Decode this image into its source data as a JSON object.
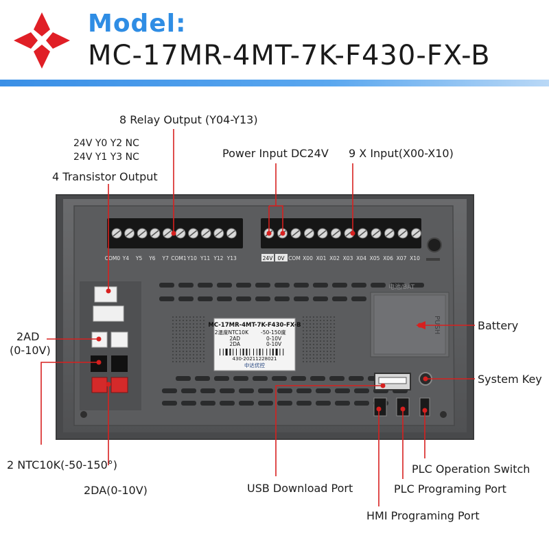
{
  "header": {
    "title_label": "Model:",
    "model_name": "MC-17MR-4MT-7K-F430-FX-B"
  },
  "callouts": {
    "relay_output": "8 Relay Output (Y04-Y13)",
    "transistor_line1": "24V Y0 Y2 NC",
    "transistor_line2": "24V Y1 Y3 NC",
    "transistor_output": "4 Transistor Output",
    "power_input": "Power Input DC24V",
    "x_input": "9 X Input(X00-X10)",
    "ad_2": "2AD",
    "ad_range": "(0-10V)",
    "battery": "Battery",
    "system_key": "System Key",
    "ntc": "2 NTC10K(-50-150°)",
    "da": "2DA(0-10V)",
    "usb_download": "USB Download Port",
    "plc_switch": "PLC Operation Switch",
    "plc_programing": "PLC Programing Port",
    "hmi_programing": "HMI Programing Port"
  },
  "terminals": {
    "left": [
      "COM0",
      "Y4",
      "Y5",
      "Y6",
      "Y7",
      "COM1",
      "Y10",
      "Y11",
      "Y12",
      "Y13"
    ],
    "right": [
      "24V",
      "0V",
      "COM",
      "X00",
      "X01",
      "X02",
      "X03",
      "X04",
      "X05",
      "X06",
      "X07",
      "X10"
    ]
  },
  "device_label": {
    "model": "MC-17MR-4MT-7K-F430-FX-B",
    "row1_left": "2温度NTC10K",
    "row1_right": "-50-150度",
    "row2_left": "2AD",
    "row2_right": "0-10V",
    "row3_left": "2DA",
    "row3_right": "0-10V",
    "serial": "430-20211228021",
    "brand": "中达优控"
  },
  "battery_door": {
    "mark": "电池/BAT",
    "push": "PUSH"
  },
  "colors": {
    "brand_blue": "#2f8de4",
    "leader_red": "#d7201f",
    "panel_gray": "#5e5f61"
  },
  "icons": {
    "logo": "red-four-diamond-logo"
  }
}
